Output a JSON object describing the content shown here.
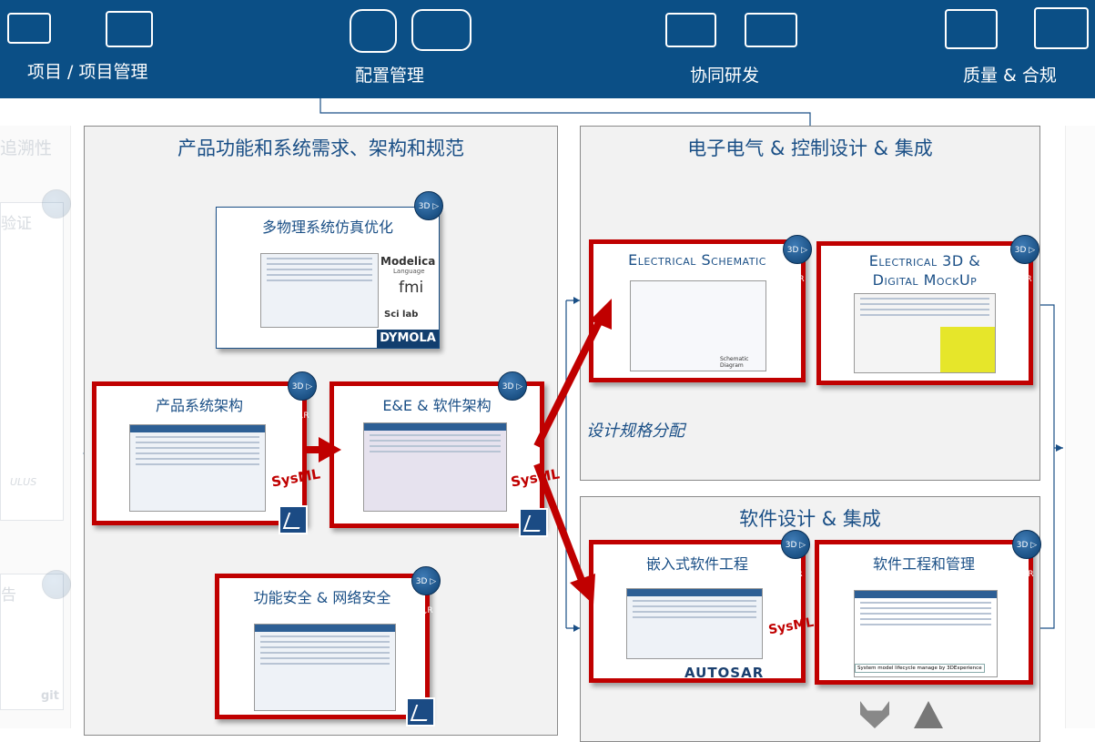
{
  "header": {
    "items": [
      {
        "label": "项目 / 项目管理",
        "icons": [
          "presentation-board-icon",
          "calendar-icon"
        ]
      },
      {
        "label": "配置管理",
        "icons": [
          "car-variants-icon",
          "car-checklist-icon"
        ]
      },
      {
        "label": "协同研发",
        "icons": [
          "monitor-car-icon",
          "monitor-warning-icon"
        ]
      },
      {
        "label": "质量 & 合规",
        "icons": [
          "process-gear-icon",
          "certificate-icon"
        ]
      }
    ]
  },
  "left_faded": {
    "title": "追溯性",
    "card1_title": "验证",
    "card1_logo": "ULUS",
    "card2_title": "告",
    "logo_git": "git"
  },
  "panel_product": {
    "title": "产品功能和系统需求、架构和规范",
    "cards": {
      "multiphysics": {
        "title": "多物理系统仿真优化",
        "logos": {
          "modelica": "Modelica",
          "modelica_sub": "Language",
          "fmi": "fmi",
          "scilab": "Sci lab",
          "dymola": "DYMOLA"
        }
      },
      "system_arch": {
        "title": "产品系统架构",
        "logo": "SysML"
      },
      "ee_arch": {
        "title": "E&E & 软件架构",
        "logo": "SysML"
      },
      "safety": {
        "title": "功能安全 & 网络安全"
      }
    }
  },
  "panel_ee": {
    "title": "电子电气 & 控制设计 & 集成",
    "annotation": "设计规格分配",
    "cards": {
      "schematic": {
        "title": "Electrical Schematic",
        "diagram_caption": "Schematic Diagram"
      },
      "mockup": {
        "title_line1": "Electrical 3D &",
        "title_line2": "Digital MockUp"
      }
    }
  },
  "panel_sw": {
    "title": "软件设计 & 集成",
    "cards": {
      "embedded": {
        "title": "嵌入式软件工程",
        "logo": "AUTOSAR",
        "logo2": "SysML"
      },
      "swmgmt": {
        "title": "软件工程和管理",
        "caption": "System model lifecycle manage by 3DExperience"
      }
    }
  },
  "badge": {
    "text": "3D ▷ V,R"
  },
  "colors": {
    "header": "#0b4f86",
    "accent_red": "#c00000",
    "title_blue": "#1a4f86"
  }
}
